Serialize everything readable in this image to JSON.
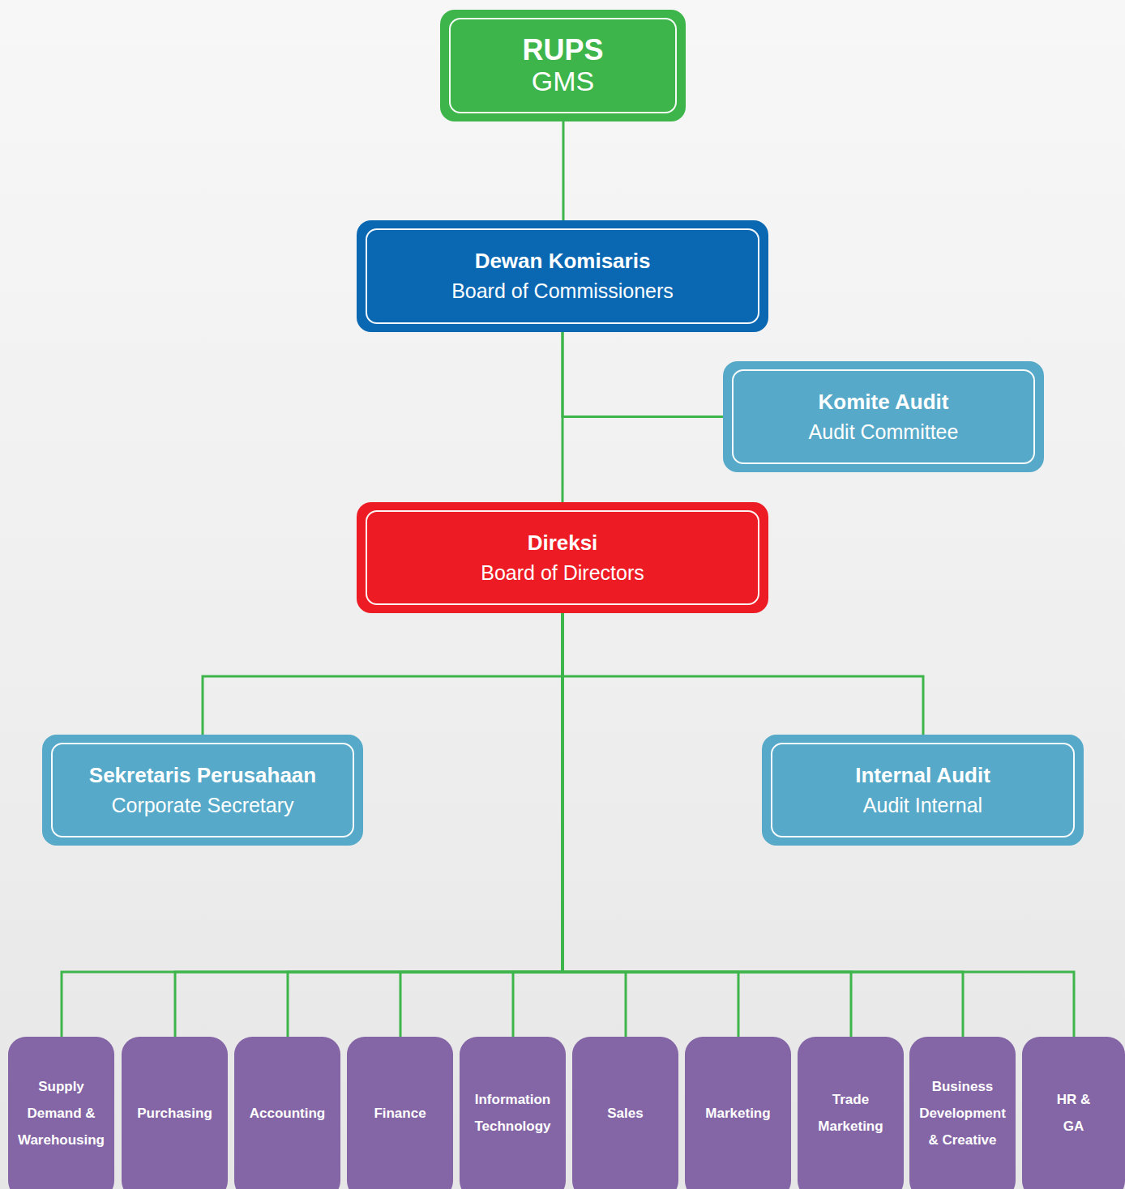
{
  "diagram": {
    "nodes": [
      {
        "text": [
          "RUPS",
          "GMS"
        ]
      },
      {
        "text": [
          "Dewan Komisaris",
          "Board of Commissioners"
        ]
      },
      {
        "text": [
          "Komite Audit",
          "Audit Committee"
        ]
      },
      {
        "text": [
          "Direksi",
          "Board of Directors"
        ]
      },
      {
        "text": [
          "Sekretaris Perusahaan",
          "Corporate Secretary"
        ]
      },
      {
        "text": [
          "Internal Audit",
          "Audit Internal"
        ]
      },
      {
        "text": [
          "Supply Demand & Warehousing"
        ]
      },
      {
        "text": [
          "Purchasing"
        ]
      },
      {
        "text": [
          "Accounting"
        ]
      },
      {
        "text": [
          "Finance"
        ]
      },
      {
        "text": [
          "Information Technology"
        ]
      },
      {
        "text": [
          "Sales"
        ]
      },
      {
        "text": [
          "Marketing"
        ]
      },
      {
        "text": [
          "Trade Marketing"
        ]
      },
      {
        "text": [
          "Business Development & Creative"
        ]
      },
      {
        "text": [
          "HR & GA"
        ]
      }
    ],
    "edges": [
      {
        "from": 0,
        "to": 1,
        "arrow": "none"
      },
      {
        "from": 1,
        "to": 2,
        "arrow": "none"
      },
      {
        "from": 1,
        "to": 3,
        "arrow": "none"
      },
      {
        "from": 3,
        "to": 4,
        "arrow": "none"
      },
      {
        "from": 3,
        "to": 5,
        "arrow": "none"
      },
      {
        "from": 3,
        "to": 6,
        "arrow": "none"
      },
      {
        "from": 3,
        "to": 7,
        "arrow": "none"
      },
      {
        "from": 3,
        "to": 8,
        "arrow": "none"
      },
      {
        "from": 3,
        "to": 9,
        "arrow": "none"
      },
      {
        "from": 3,
        "to": 10,
        "arrow": "none"
      },
      {
        "from": 3,
        "to": 11,
        "arrow": "none"
      },
      {
        "from": 3,
        "to": 12,
        "arrow": "none"
      },
      {
        "from": 3,
        "to": 13,
        "arrow": "none"
      },
      {
        "from": 3,
        "to": 14,
        "arrow": "none"
      },
      {
        "from": 3,
        "to": 15,
        "arrow": "none"
      }
    ]
  }
}
